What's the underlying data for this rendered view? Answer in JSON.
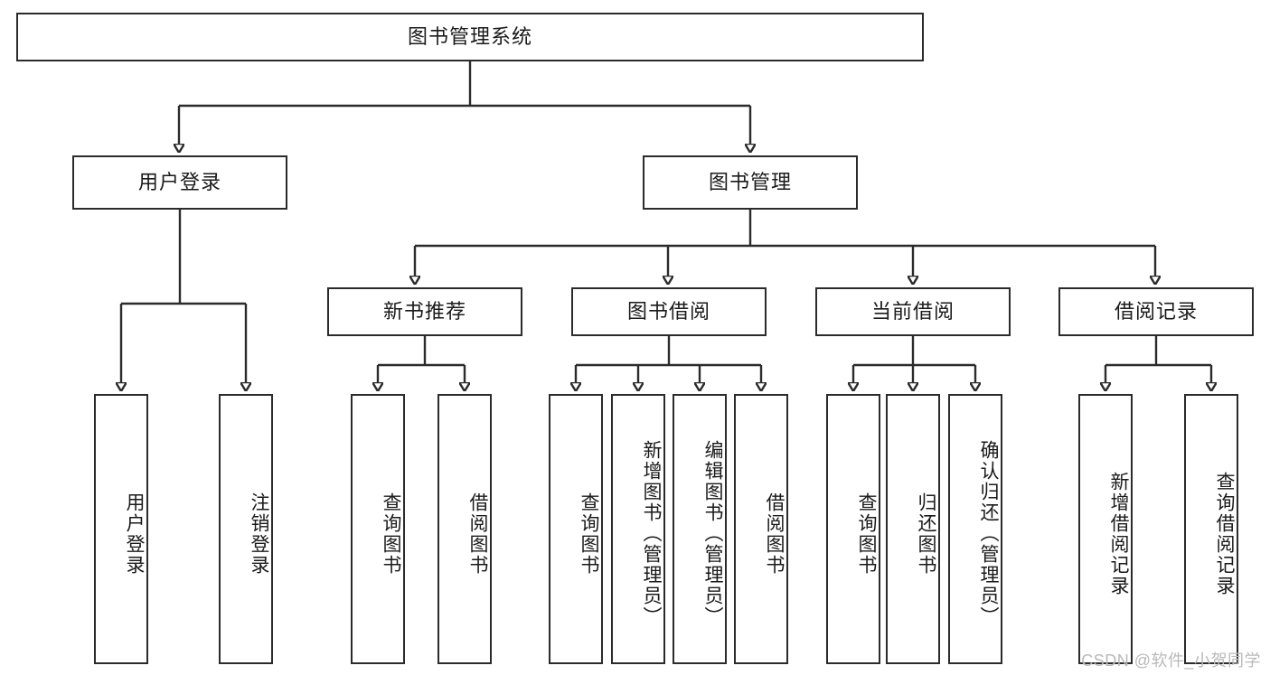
{
  "diagram": {
    "title": "图书管理系统",
    "type": "tree",
    "watermark": "CSDN @软件_小贺同学",
    "colors": {
      "stroke": "#2b2b2b",
      "fill": "#ffffff",
      "text": "#1a1a1a",
      "watermark": "#b9b9b9"
    },
    "root": {
      "label": "图书管理系统"
    },
    "level1": [
      {
        "label": "用户登录"
      },
      {
        "label": "图书管理"
      }
    ],
    "level2": [
      {
        "label": "新书推荐"
      },
      {
        "label": "图书借阅"
      },
      {
        "label": "当前借阅"
      },
      {
        "label": "借阅记录"
      }
    ],
    "leaves": {
      "user_login": [
        {
          "label": "用户登录"
        },
        {
          "label": "注销登录"
        }
      ],
      "new_book": [
        {
          "label": "查询图书"
        },
        {
          "label": "借阅图书"
        }
      ],
      "borrow_book": [
        {
          "label": "查询图书"
        },
        {
          "label": "新增图书（管理员）"
        },
        {
          "label": "编辑图书（管理员）"
        },
        {
          "label": "借阅图书"
        }
      ],
      "current_borrow": [
        {
          "label": "查询图书"
        },
        {
          "label": "归还图书"
        },
        {
          "label": "确认归还（管理员）"
        }
      ],
      "borrow_record": [
        {
          "label": "新增借阅记录"
        },
        {
          "label": "查询借阅记录"
        }
      ]
    }
  }
}
